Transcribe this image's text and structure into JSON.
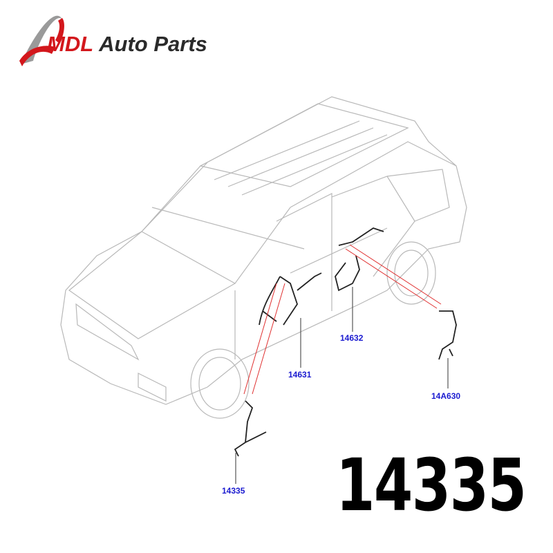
{
  "logo": {
    "brand_red": "MDL",
    "brand_dark": "Auto Parts"
  },
  "callouts": [
    {
      "id": "14631",
      "label": "14631"
    },
    {
      "id": "14632",
      "label": "14632"
    },
    {
      "id": "14A630",
      "label": "14A630"
    },
    {
      "id": "14335",
      "label": "14335"
    }
  ],
  "part_number": "14335",
  "colors": {
    "callout": "#1a1ad0",
    "leader_red": "#e03030",
    "outline": "#b8b8b8",
    "harness": "#222222"
  }
}
